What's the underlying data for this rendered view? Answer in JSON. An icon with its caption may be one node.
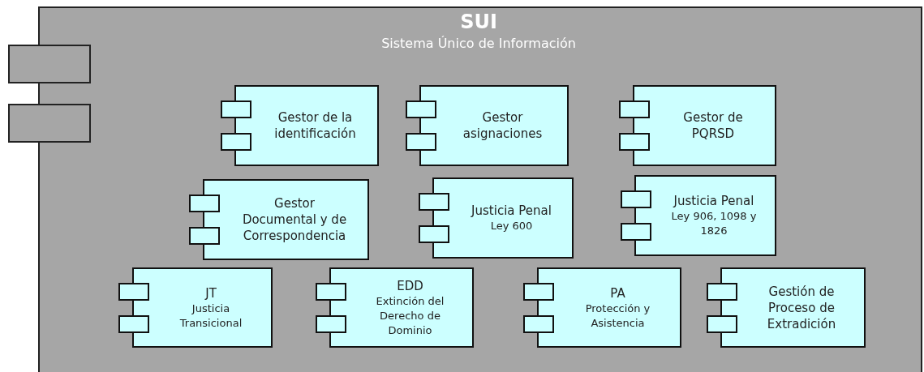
{
  "diagram": {
    "nodes": [
      {
        "text": [
          "SUI",
          "Sistema Único de Información"
        ]
      },
      {
        "text": [
          "Gestor de la identificación"
        ],
        "in": 0
      },
      {
        "text": [
          "Gestor asignaciones"
        ],
        "in": 0
      },
      {
        "text": [
          "Gestor de PQRSD"
        ],
        "in": 0
      },
      {
        "text": [
          "Gestor Documental y de Correspondencia"
        ],
        "in": 0
      },
      {
        "text": [
          "Justicia Penal",
          "Ley 600"
        ],
        "in": 0
      },
      {
        "text": [
          "Justicia Penal",
          "Ley 906, 1098 y 1826"
        ],
        "in": 0
      },
      {
        "text": [
          "JT",
          "Justicia Transicional"
        ],
        "in": 0
      },
      {
        "text": [
          "EDD",
          "Extinción del Derecho de Dominio"
        ],
        "in": 0
      },
      {
        "text": [
          "PA",
          "Protección y Asistencia"
        ],
        "in": 0
      },
      {
        "text": [
          "Gestión de Proceso de Extradición"
        ],
        "in": 0
      },
      {
        "text": [],
        "shape": "box"
      },
      {
        "text": [],
        "shape": "box"
      }
    ]
  }
}
